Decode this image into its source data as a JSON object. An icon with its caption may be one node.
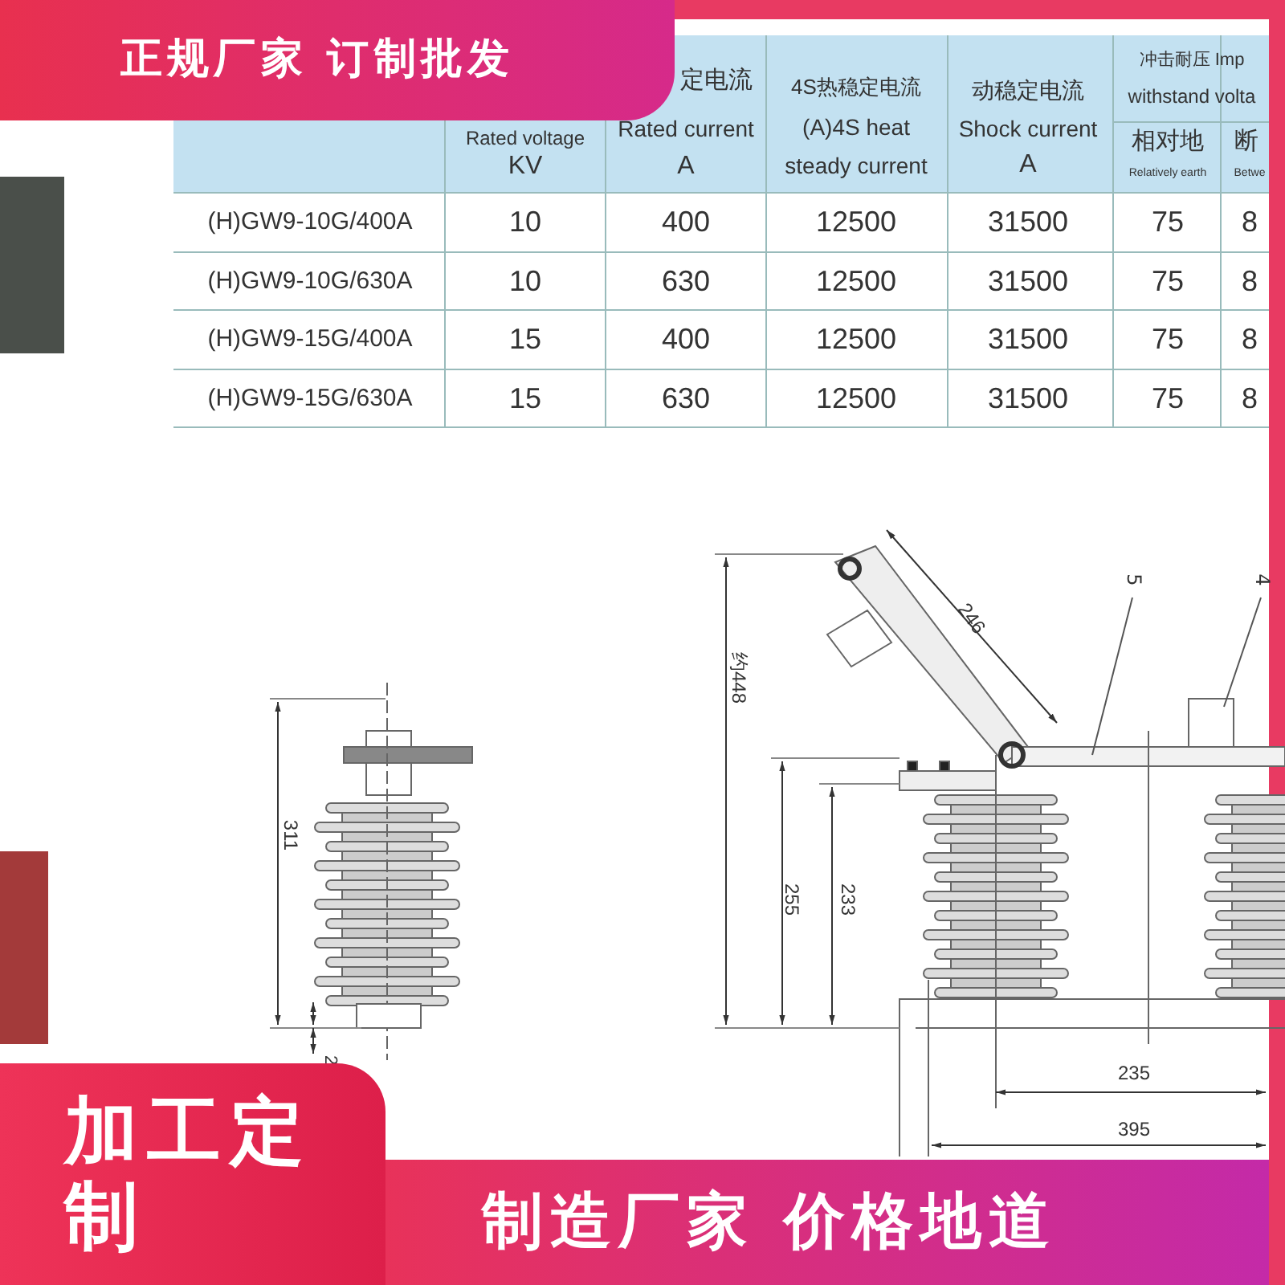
{
  "diagram": {
    "nodes": [
      {
        "text": [
          "正规厂家 订制批发"
        ]
      },
      {
        "text": [
          "加工定制"
        ]
      },
      {
        "text": [
          "制造厂家 价格地道"
        ]
      },
      {
        "text": [
          "5"
        ]
      },
      {
        "text": [
          "4"
        ]
      }
    ],
    "edges": [
      {
        "from": 3,
        "to": null,
        "arrow": "none"
      },
      {
        "from": 4,
        "to": null,
        "arrow": "none"
      }
    ],
    "labels": [
      "Rated voltage",
      "KV",
      "定电流",
      "Rated current",
      "A",
      "4S热稳定电流",
      "(A)4S heat",
      "steady current",
      "动稳定电流",
      "Shock current",
      "A",
      "冲击耐压 Imp",
      "withstand volta",
      "相对地",
      "Relatively earth",
      "断",
      "Betwe",
      "(H)GW9-10G/400A",
      "10",
      "400",
      "12500",
      "31500",
      "75",
      "8",
      "(H)GW9-10G/630A",
      "10",
      "630",
      "12500",
      "31500",
      "75",
      "8",
      "(H)GW9-15G/400A",
      "15",
      "400",
      "12500",
      "31500",
      "75",
      "8",
      "(H)GW9-15G/630A",
      "15",
      "630",
      "12500",
      "31500",
      "75",
      "8",
      "311",
      "2",
      "246",
      "约448",
      "255",
      "233",
      "235",
      "395"
    ]
  }
}
